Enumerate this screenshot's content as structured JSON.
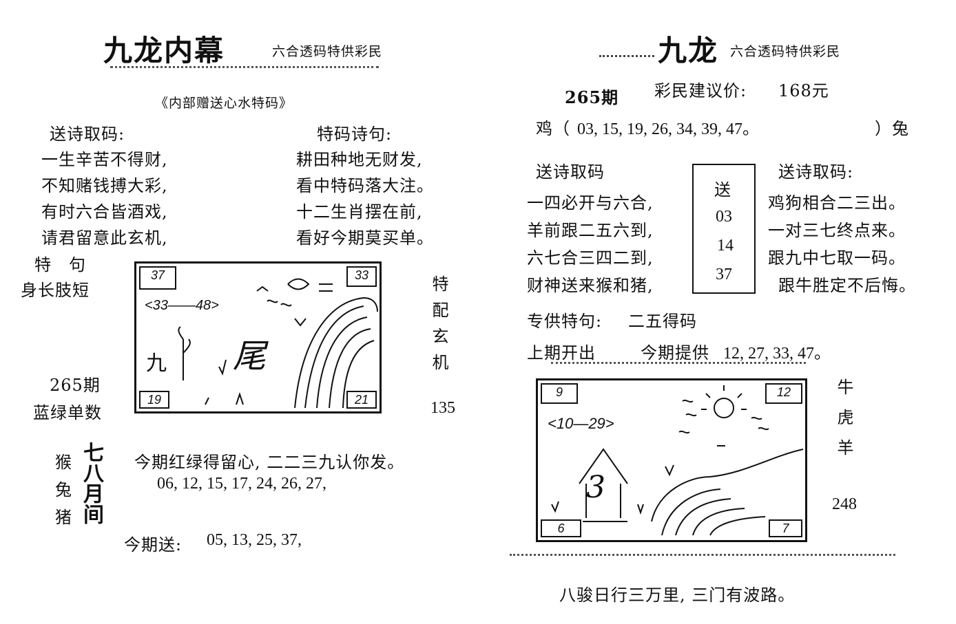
{
  "left": {
    "title": "九龙内幕",
    "title_sub": "六合透码特供彩民",
    "book_title": "《内部赠送心水特码》",
    "poem_left_heading": "送诗取码:",
    "poem_right_heading": "特码诗句:",
    "poem_left": [
      "一生辛苦不得财,",
      "不知赌钱搏大彩,",
      "有时六合皆酒戏,",
      "请君留意此玄机,"
    ],
    "poem_right": [
      "耕田种地无财发,",
      "看中特码落大注。",
      "十二生肖摆在前,",
      "看好今期莫买单。"
    ],
    "special_label": "特　句",
    "special_text": "身长肢短",
    "issue": "265期",
    "color_hint": "蓝绿单数",
    "side_vertical": "特配玄机",
    "side_number": "135",
    "image": {
      "corner_tl": "37",
      "corner_tr": "33",
      "corner_bl": "19",
      "corner_br": "21",
      "range_text": "<33——48>",
      "char_a": "九",
      "char_b": "尾"
    },
    "zodiac_vertical": [
      "猴",
      "兔",
      "猪"
    ],
    "month_vertical": "七八月间",
    "hint_line": "今期红绿得留心, 二二三九认你发。",
    "numbers_line": "06, 12, 15, 17, 24, 26, 27,",
    "send_label": "今期送:",
    "send_numbers": "05, 13, 25, 37,"
  },
  "right": {
    "title": "九龙",
    "title_sub": "六合透码特供彩民",
    "issue": "265期",
    "price_label": "彩民建议价:",
    "price_value": "168元",
    "line_start": "鸡（",
    "line_numbers": "03, 15, 19, 26, 34, 39, 47。",
    "line_end": "）兔",
    "poem_left_heading": "送诗取码",
    "poem_right_heading": "送诗取码:",
    "poem_left": [
      "一四必开与六合,",
      "羊前跟二五六到,",
      "六七合三四二到,",
      "财神送来猴和猪,"
    ],
    "poem_right": [
      "鸡狗相合二三出。",
      "一对三七终点来。",
      "跟九中七取一码。",
      "跟牛胜定不后悔。"
    ],
    "box_title": "送",
    "box_numbers": [
      "03",
      "14",
      "37"
    ],
    "special_label": "专供特句:",
    "special_text": "二五得码",
    "last_label": "上期开出",
    "provide_label": "今期提供",
    "provide_numbers": "12, 27, 33, 47。",
    "side_vertical": "牛虎羊",
    "side_number": "248",
    "image": {
      "corner_tl": "9",
      "corner_tr": "12",
      "corner_bl": "6",
      "corner_br": "7",
      "range_text": "<10—29>",
      "char_a": "3"
    },
    "footer": "八骏日行三万里, 三门有波路。"
  }
}
